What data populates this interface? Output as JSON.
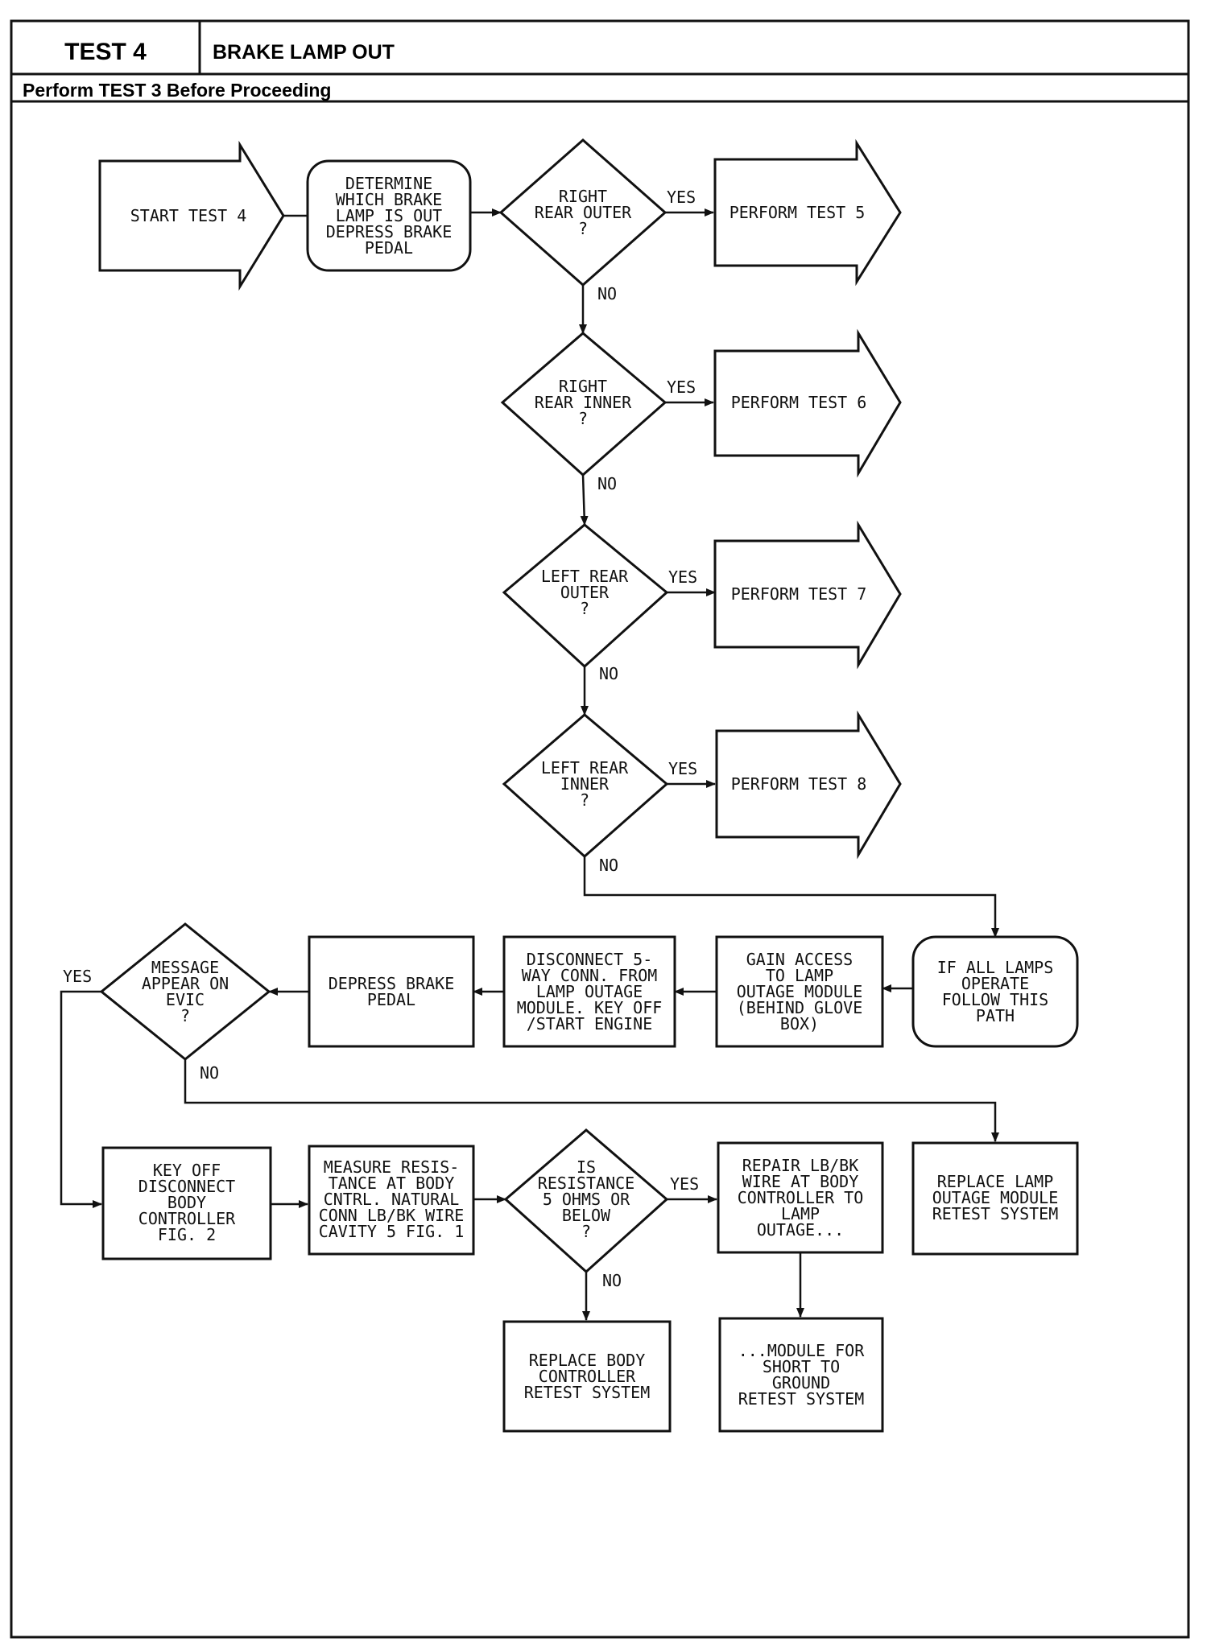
{
  "header": {
    "test_label": "TEST 4",
    "title": "BRAKE LAMP OUT",
    "prerequisite": "Perform TEST 3 Before Proceeding"
  },
  "nodes": {
    "start": [
      "START TEST 4"
    ],
    "determine": [
      "DETERMINE",
      "WHICH BRAKE",
      "LAMP IS OUT",
      "DEPRESS BRAKE",
      "PEDAL"
    ],
    "q_rro": [
      "RIGHT",
      "REAR OUTER",
      "?"
    ],
    "test5": [
      "PERFORM TEST 5"
    ],
    "q_rri": [
      "RIGHT",
      "REAR INNER",
      "?"
    ],
    "test6": [
      "PERFORM TEST 6"
    ],
    "q_lro": [
      "LEFT REAR",
      "OUTER",
      "?"
    ],
    "test7": [
      "PERFORM TEST 7"
    ],
    "q_lri": [
      "LEFT REAR",
      "INNER",
      "?"
    ],
    "test8": [
      "PERFORM TEST 8"
    ],
    "all_lamps": [
      "IF ALL LAMPS",
      "OPERATE",
      "FOLLOW THIS",
      "PATH"
    ],
    "gain_access": [
      "GAIN ACCESS",
      "TO LAMP",
      "OUTAGE MODULE",
      "(BEHIND GLOVE",
      "BOX)"
    ],
    "disconnect": [
      "DISCONNECT 5-",
      "WAY CONN. FROM",
      "LAMP OUTAGE",
      "MODULE. KEY OFF",
      "/START ENGINE"
    ],
    "depress": [
      "DEPRESS BRAKE",
      "PEDAL"
    ],
    "q_evic": [
      "MESSAGE",
      "APPEAR ON",
      "EVIC",
      "?"
    ],
    "key_off": [
      "KEY OFF",
      "DISCONNECT",
      "BODY",
      "CONTROLLER",
      "FIG. 2"
    ],
    "measure": [
      "MEASURE RESIS-",
      "TANCE AT BODY",
      "CNTRL. NATURAL",
      "CONN LB/BK WIRE",
      "CAVITY 5 FIG. 1"
    ],
    "q_resist": [
      "IS",
      "RESISTANCE",
      "5 OHMS OR",
      "BELOW",
      "?"
    ],
    "repair": [
      "REPAIR LB/BK",
      "WIRE AT BODY",
      "CONTROLLER TO",
      "LAMP",
      "OUTAGE..."
    ],
    "replace_module": [
      "REPLACE LAMP",
      "OUTAGE MODULE",
      "RETEST SYSTEM"
    ],
    "replace_body": [
      "REPLACE BODY",
      "CONTROLLER",
      "RETEST SYSTEM"
    ],
    "module_short": [
      "...MODULE FOR",
      "SHORT TO",
      "GROUND",
      "RETEST SYSTEM"
    ]
  },
  "edge_labels": {
    "yes": "YES",
    "no": "NO"
  }
}
